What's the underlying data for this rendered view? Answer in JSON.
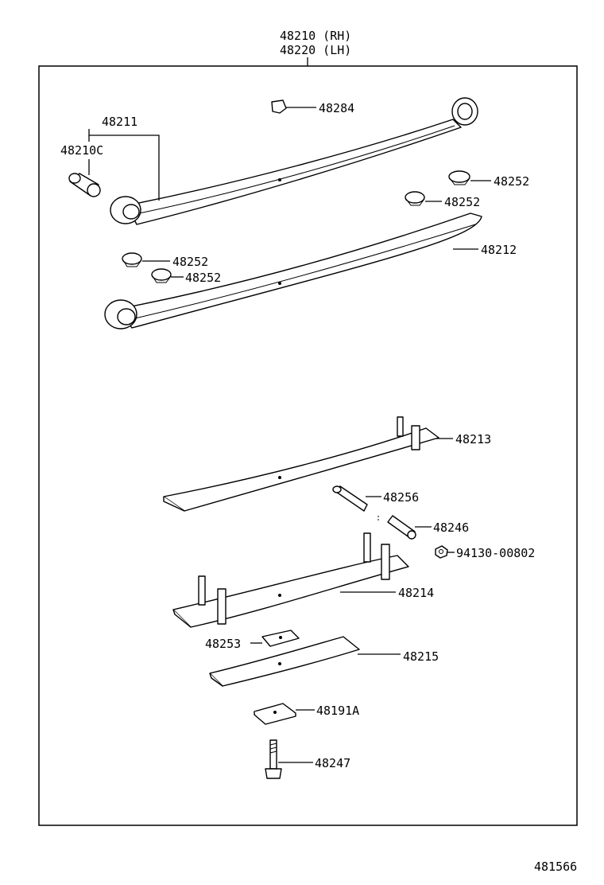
{
  "header": {
    "assembly_rh": "48210 (RH)",
    "assembly_lh": "48220 (LH)"
  },
  "callouts": {
    "p48284": "48284",
    "p48211": "48211",
    "p48210c": "48210C",
    "p48252_a": "48252",
    "p48252_b": "48252",
    "p48252_c": "48252",
    "p48252_d": "48252",
    "p48212": "48212",
    "p48213": "48213",
    "p48256": "48256",
    "p48246": "48246",
    "p94130": "94130-00802",
    "p48214": "48214",
    "p48253": "48253",
    "p48215": "48215",
    "p48191a": "48191A",
    "p48247": "48247"
  },
  "footer": {
    "diagram_id": "481566"
  }
}
